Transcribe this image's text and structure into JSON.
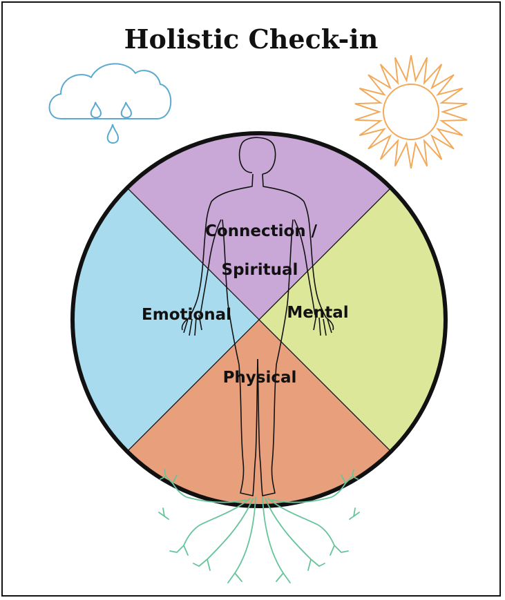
{
  "title": "Holistic Check-in",
  "segments": {
    "top_line1": "Connection /",
    "top_line2": "Spiritual",
    "left": "Emotional",
    "right": "Mental",
    "bottom": "Physical"
  },
  "colors": {
    "spiritual": "#c9a8d8",
    "emotional": "#a8dbee",
    "mental": "#dce79a",
    "physical": "#e8a07c",
    "cloud": "#5aa9cf",
    "sun": "#f2a95a",
    "roots": "#66c49a",
    "outline": "#111111"
  },
  "icons": [
    "rain-cloud-icon",
    "sun-icon",
    "human-figure-icon",
    "roots-icon"
  ]
}
